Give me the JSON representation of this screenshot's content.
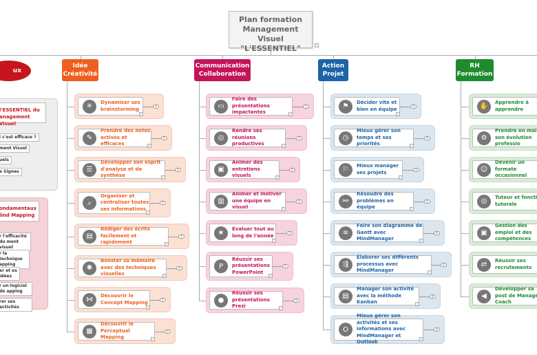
{
  "central": {
    "lines": [
      "Plan formation",
      "Management Visuel",
      "\"L'ESSENTIEL\""
    ]
  },
  "colors": {
    "orange": "#ee5f1e",
    "crimson": "#c4145a",
    "blue": "#1c64a6",
    "green": "#1f8b2f",
    "red": "#c6151f"
  },
  "left_branch": {
    "label": "ux",
    "group1": {
      "title": [
        "l'ESSENTIEL du",
        "anagement Visuel"
      ],
      "items": [
        "i c'est efficace ?",
        "ment Visuel",
        "uels",
        "e Signes"
      ]
    },
    "group2": {
      "title": [
        "ondamentaux",
        "lind Mapping"
      ],
      "items": [
        "r l'efficacité du ment visuel",
        "r la technique apping",
        "er et es idées",
        "r un logiciel de apping",
        "rer ses activités"
      ]
    }
  },
  "branches": [
    {
      "title": [
        "Idée",
        "Créativité"
      ],
      "color": "orange",
      "items": [
        {
          "label": "Dynamiser ses brainstorming",
          "icon": "network-icon",
          "badge": "4"
        },
        {
          "label": "Prendre des notes actives et efficaces",
          "icon": "notes-icon",
          "badge": "5"
        },
        {
          "label": "Développer son esprit d'analyse et de synthèse",
          "icon": "list-icon",
          "badge": "4"
        },
        {
          "label": "Organiser et centraliser toutes ses informations",
          "icon": "search-icon",
          "badge": "5"
        },
        {
          "label": "Rédiger des écrits facilement et rapidement",
          "icon": "document-icon",
          "badge": "7"
        },
        {
          "label": "Booster sa mémoire avec des techniques visuelles",
          "icon": "brain-icon",
          "badge": "5"
        },
        {
          "label": "Découvrir le Concept Mapping",
          "icon": "concept-map-icon",
          "badge": "5"
        },
        {
          "label": "Découvrir le Perceptual Mapping",
          "icon": "grid-icon",
          "badge": "5"
        }
      ]
    },
    {
      "title": [
        "Communication",
        "Collaboration"
      ],
      "color": "crimson",
      "items": [
        {
          "label": "Faire des présentations impactantes",
          "icon": "presentation-icon",
          "badge": "5"
        },
        {
          "label": "Rendre ses réunions productives",
          "icon": "meeting-icon",
          "badge": "5"
        },
        {
          "label": "Animer des entretiens visuels",
          "icon": "chat-icon",
          "badge": "4"
        },
        {
          "label": "Animer et motiver une équipe en visuel",
          "icon": "board-icon",
          "badge": "5"
        },
        {
          "label": "Évaluer tout au long de l'année",
          "icon": "award-icon",
          "badge": "5"
        },
        {
          "label": "Réussir ses présentations PowerPoint",
          "icon": "powerpoint-icon",
          "badge": "5"
        },
        {
          "label": "Réussir ses présentations Prezi",
          "icon": "prezi-icon",
          "badge": "5"
        }
      ]
    },
    {
      "title": [
        "Action",
        "Projet"
      ],
      "color": "blue",
      "items": [
        {
          "label": "Décider vite et bien en équipe",
          "icon": "signpost-icon",
          "badge": "5"
        },
        {
          "label": "Mieux gérer son temps et ses priorités",
          "icon": "clock-icon",
          "badge": "4"
        },
        {
          "label": "Mieux manager ses projets",
          "icon": "flag-icon",
          "badge": "5"
        },
        {
          "label": "Résoudre des problèmes en équipe",
          "icon": "nodes-icon",
          "badge": "5"
        },
        {
          "label": "Faire son diagramme de Gantt avec MindManager",
          "icon": "gantt-icon",
          "badge": "4"
        },
        {
          "label": "Élaborer ses différents processus avec MindManager",
          "icon": "process-icon",
          "badge": "4"
        },
        {
          "label": "Manager son activité avec la méthode Kanban",
          "icon": "kanban-icon",
          "badge": "4"
        },
        {
          "label": "Mieux gérer son activités et ses informations avec MindManager et Outlook",
          "icon": "outlook-icon",
          "badge": "4"
        }
      ]
    },
    {
      "title": [
        "RH",
        "Formation"
      ],
      "color": "green",
      "items": [
        {
          "label": "Apprendre à apprendre",
          "icon": "book-hand-icon"
        },
        {
          "label": "Prendre en main son évolution professio",
          "icon": "person-gear-icon"
        },
        {
          "label": "Devenir un formate occasionnel",
          "icon": "trainer-icon"
        },
        {
          "label": "Tuteur et fonction tutorale",
          "icon": "target-icon"
        },
        {
          "label": "Gestion des emploi et des compétences",
          "icon": "briefcase-icon"
        },
        {
          "label": "Réussir ses recrutements",
          "icon": "recruit-icon"
        },
        {
          "label": "Développer sa post de Manager-Coach",
          "icon": "megaphone-icon"
        }
      ]
    }
  ]
}
